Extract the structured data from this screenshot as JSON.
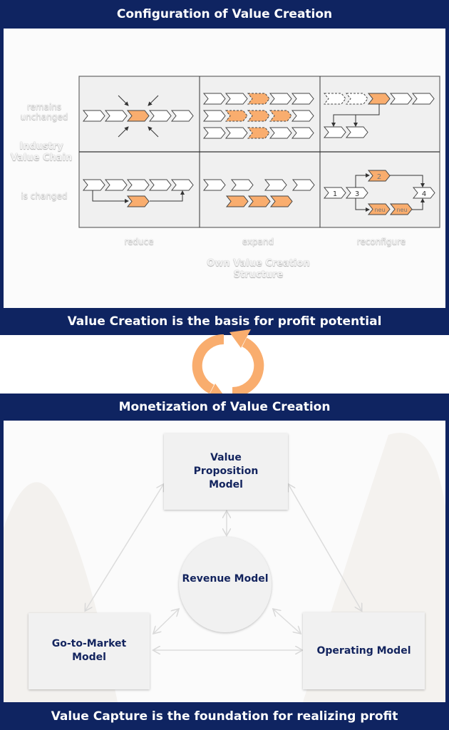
{
  "top_panel": {
    "title": "Configuration of Value Creation",
    "footer": "Value Creation is the basis for profit potential",
    "row_axis_title": "Industry Value Chain",
    "row_labels": [
      "remains unchanged",
      "is changed"
    ],
    "col_axis_title": "Own Value Creation Structure",
    "col_labels": [
      "reduce",
      "expand",
      "reconfigure"
    ],
    "reconfigure_nodes": {
      "n1": "1",
      "n3": "3",
      "n2": "2",
      "n4": "4",
      "new1": "neu",
      "new2": "neu"
    }
  },
  "cycle_icon": "refresh-cycle-icon",
  "bottom_panel": {
    "title": "Monetization of Value Creation",
    "footer": "Value Capture is the foundation for realizing profit",
    "nodes": {
      "value_proposition": "Value Proposition Model",
      "revenue": "Revenue Model",
      "go_to_market": "Go-to-Market Model",
      "operating": "Operating Model"
    }
  },
  "colors": {
    "navy": "#0f2461",
    "orange": "#f9ad6e",
    "cell": "#f0f0f0"
  }
}
